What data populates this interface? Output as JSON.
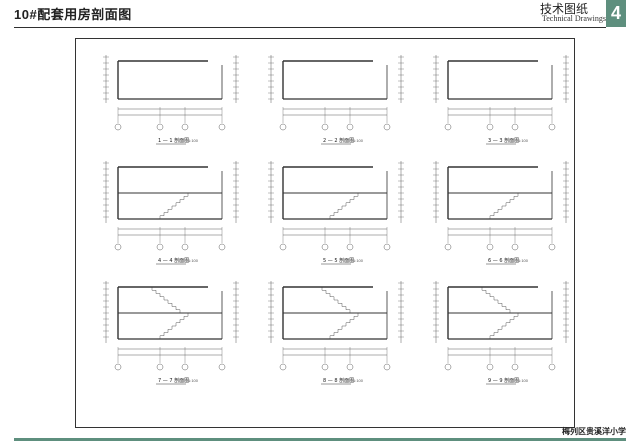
{
  "page": {
    "title": "10#配套用房剖面图",
    "header_cn": "技术图纸",
    "header_en": "Technical Drawings",
    "page_number": "4",
    "school_name": "梅列区贵溪洋小学",
    "accent_color": "#5e8f7e"
  },
  "sections": [
    {
      "label": "1 — 1 剖面图",
      "scale": "1:100"
    },
    {
      "label": "2 — 2 剖面图",
      "scale": "1:100"
    },
    {
      "label": "3 — 3 剖面图",
      "scale": "1:100"
    },
    {
      "label": "4 — 4 剖面图",
      "scale": "1:100"
    },
    {
      "label": "5 — 5 剖面图",
      "scale": "1:100"
    },
    {
      "label": "6 — 6 剖面图",
      "scale": "1:100"
    },
    {
      "label": "7 — 7 剖面图",
      "scale": "1:100"
    },
    {
      "label": "8 — 8 剖面图",
      "scale": "1:100"
    },
    {
      "label": "9 — 9 剖面图",
      "scale": "1:100"
    }
  ]
}
